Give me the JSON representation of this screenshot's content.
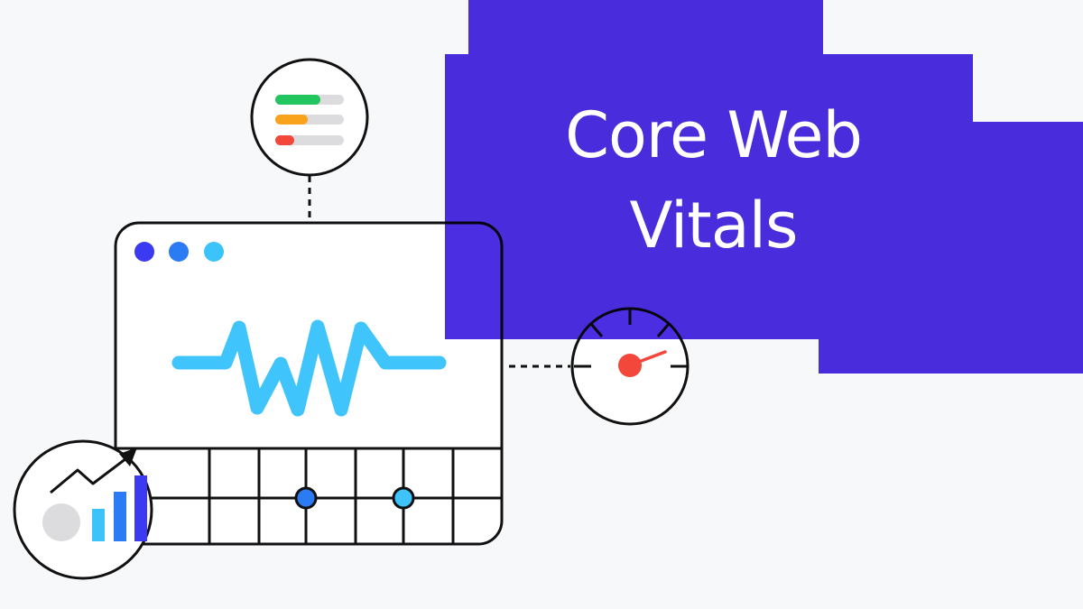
{
  "title": {
    "line1": "Core Web",
    "line2": "Vitals"
  },
  "colors": {
    "background": "#f7f8fa",
    "banner_purple": "#4b2ee2",
    "outline": "#111111",
    "wave_cyan": "#3fc4fb",
    "dot_dark_blue": "#3b3af2",
    "dot_blue": "#2b7bf5",
    "dot_light_blue": "#3cc3fa",
    "metric_good": "#22c55e",
    "metric_needs_improvement": "#f9a21b",
    "metric_poor": "#f2473a",
    "track_gray": "#dcdcde",
    "gauge_red": "#f2473a"
  },
  "illustration": {
    "window_dots": [
      "dark-blue",
      "blue",
      "light-blue"
    ],
    "metric_bars": [
      {
        "status": "good",
        "fill_pct": 66
      },
      {
        "status": "needs-improvement",
        "fill_pct": 47
      },
      {
        "status": "poor",
        "fill_pct": 28
      }
    ],
    "chart_bars_pct": [
      38,
      61,
      85
    ],
    "grid_points": [
      "blue",
      "light-blue"
    ]
  }
}
